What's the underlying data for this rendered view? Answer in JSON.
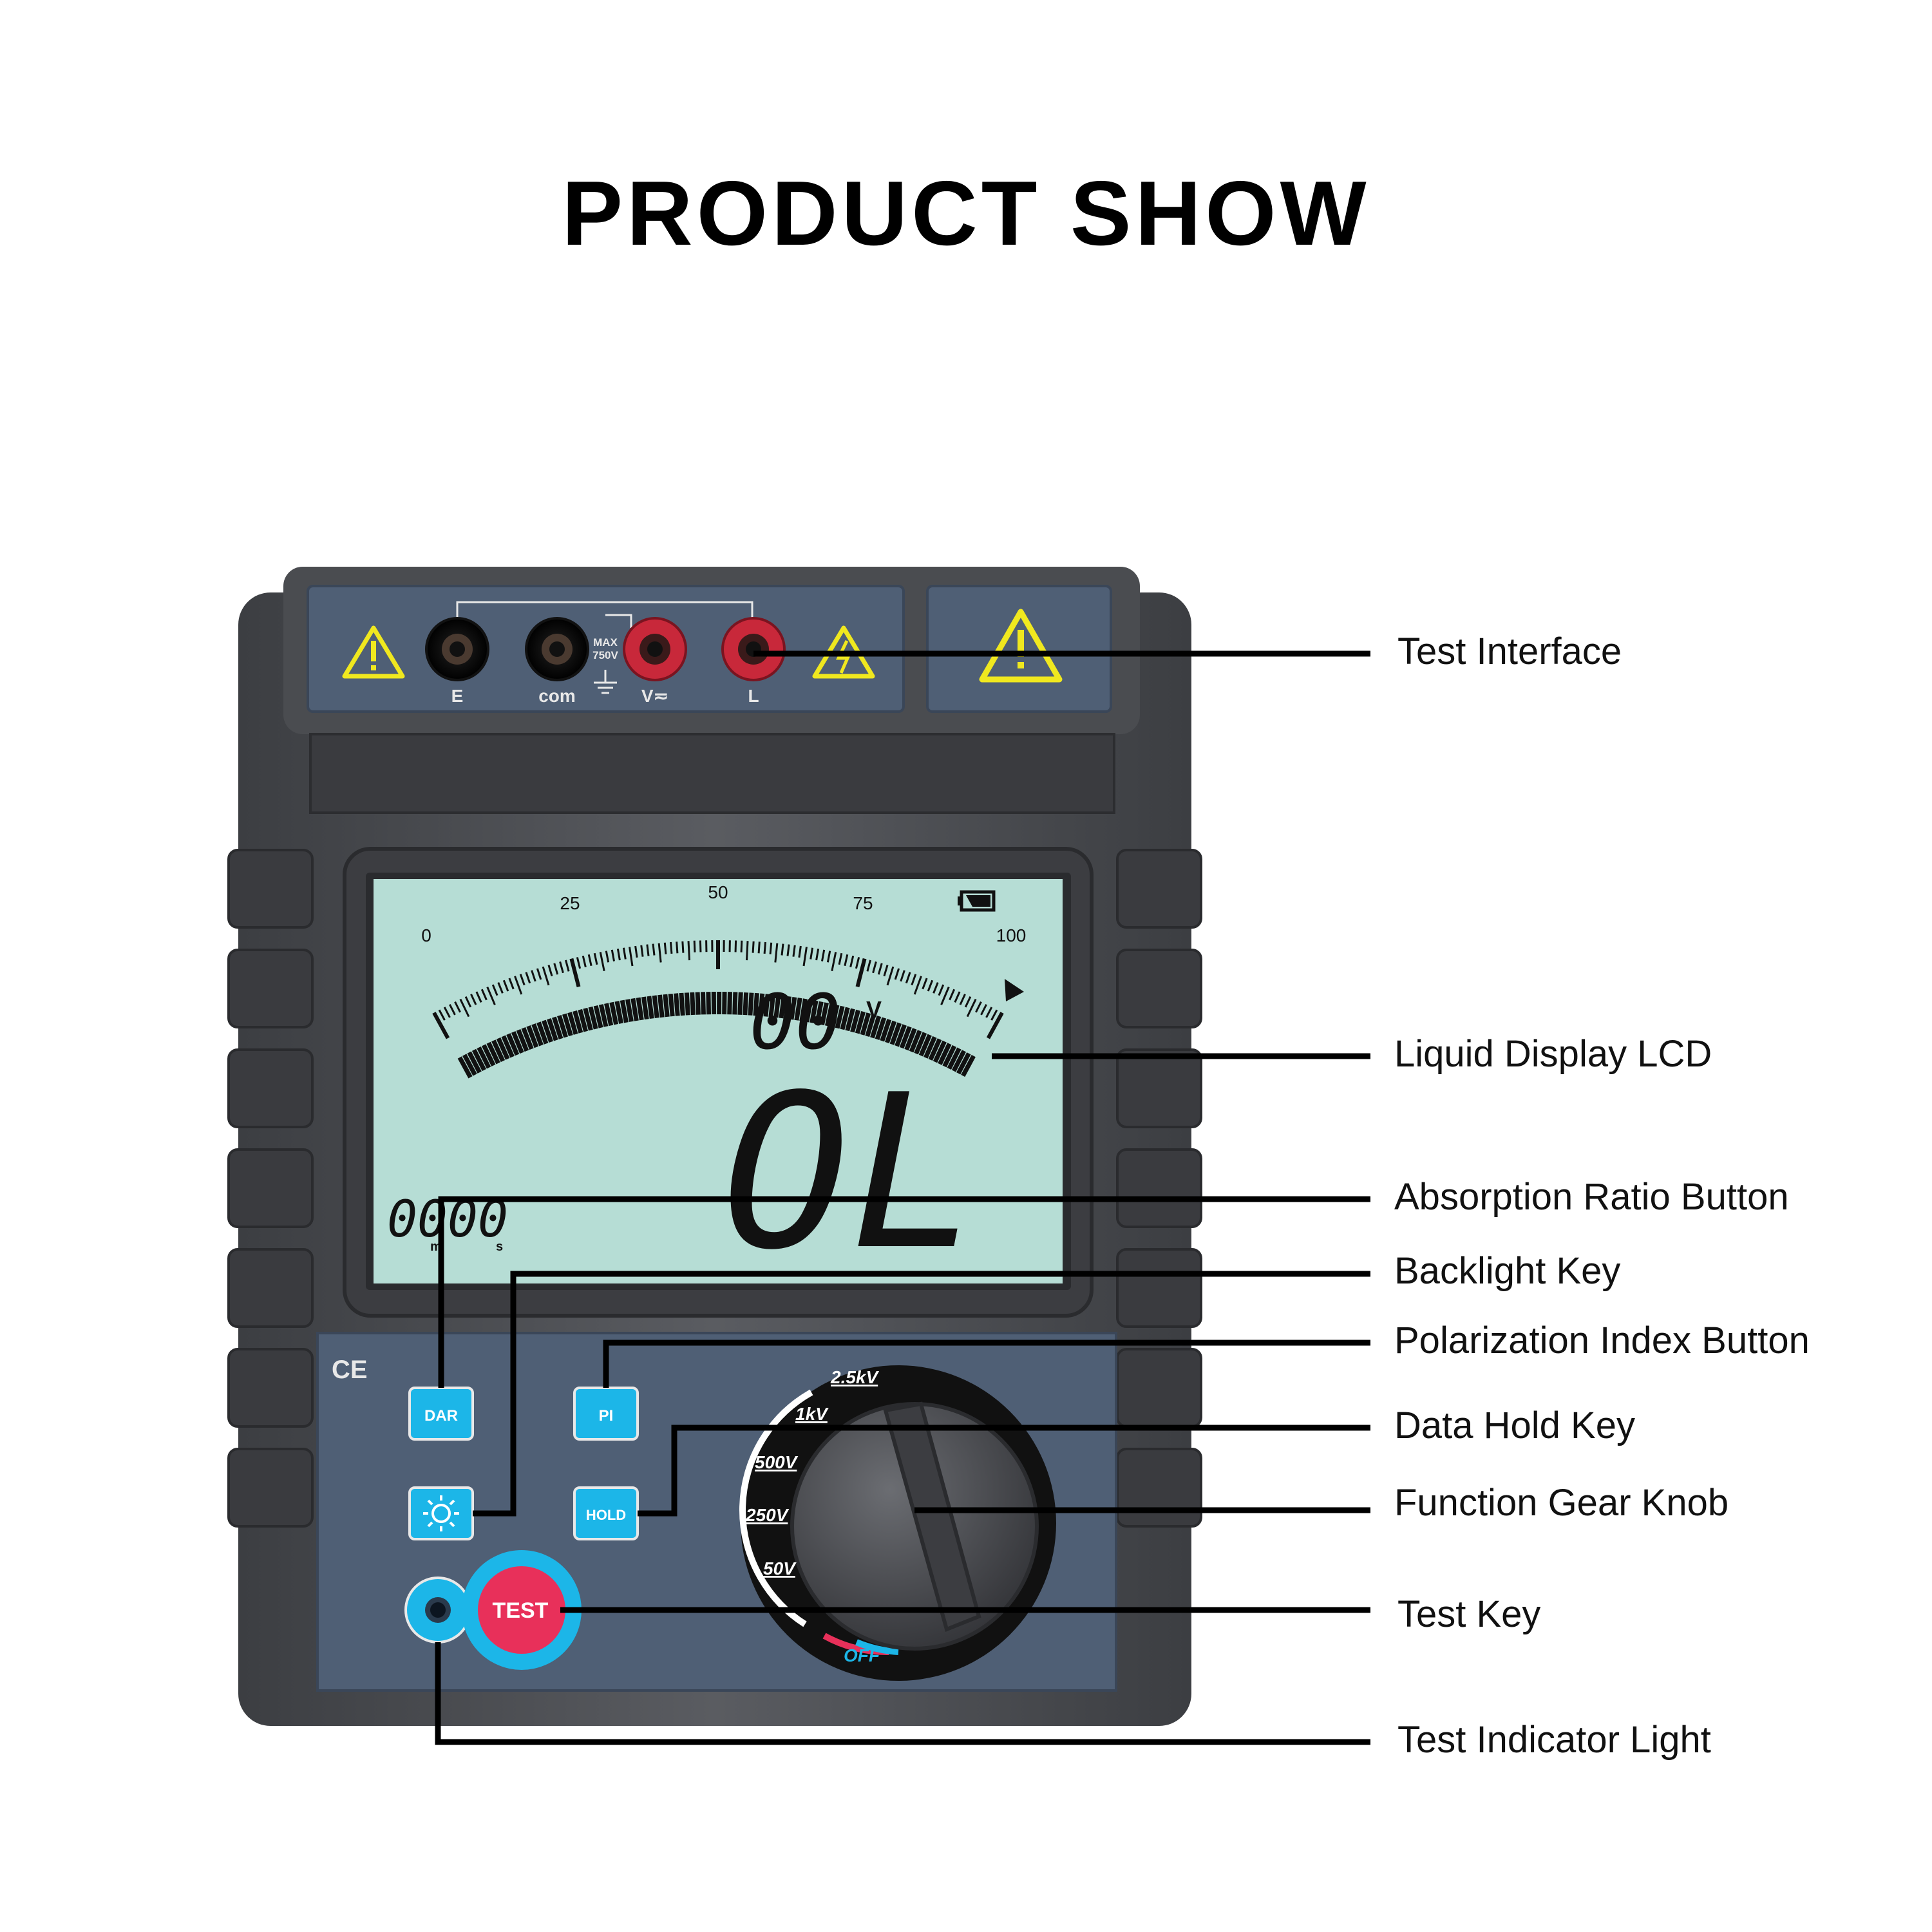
{
  "title": "PRODUCT SHOW",
  "callouts": [
    "Test Interface",
    "Liquid Display LCD",
    "Absorption Ratio Button",
    "Backlight Key",
    "Polarization Index Button",
    "Data Hold Key",
    "Function Gear Knob",
    "Test Key",
    "Test Indicator Light"
  ],
  "terminals": {
    "e": "E",
    "com": "com",
    "max_top": "MAX",
    "max_bottom": "750V",
    "v": "V≂",
    "l": "L"
  },
  "lcd": {
    "scale_ticks": [
      "0",
      "25",
      "50",
      "75",
      "100"
    ],
    "voltage_digits": "00",
    "voltage_unit": "V",
    "main_reading": "OL",
    "timer_digits": "0000",
    "timer_unit_m": "m",
    "timer_unit_s": "s"
  },
  "buttons": {
    "dar": "DAR",
    "pi": "PI",
    "hold": "HOLD",
    "test": "TEST"
  },
  "ce_mark": "CE",
  "knob_positions": [
    "2.5kV",
    "1kV",
    "500V",
    "250V",
    "50V",
    "OFF"
  ],
  "colors": {
    "body": "#505257",
    "panel": "#4f5f75",
    "lcd": "#b6ddd5",
    "button": "#1cb6e8",
    "test_button": "#e8305a",
    "warning": "#f0e81f",
    "off_blue": "#1cb6e8"
  }
}
